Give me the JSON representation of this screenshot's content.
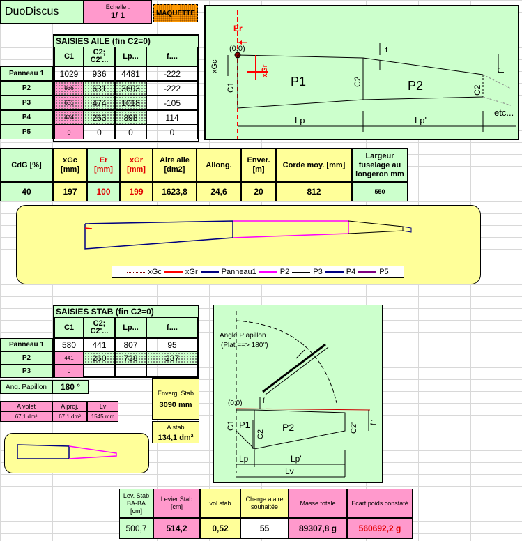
{
  "title": "DuoDiscus",
  "echelle": {
    "label": "Echelle :",
    "value": "1/ 1"
  },
  "maquette_button": "MAQUETTE",
  "wing_table": {
    "title": "SAISIES  AILE (fin C2=0)",
    "headers": [
      "C1",
      "C2; C2'...",
      "Lp...",
      "f...."
    ],
    "rows": [
      {
        "label": "Panneau 1",
        "c1": "1029",
        "c2": "936",
        "lp": "4481",
        "f": "-222"
      },
      {
        "label": "P2",
        "c1": "936",
        "c2": "631",
        "lp": "3603",
        "f": "-222"
      },
      {
        "label": "P3",
        "c1": "631",
        "c2": "474",
        "lp": "1018",
        "f": "-105"
      },
      {
        "label": "P4",
        "c1": "474",
        "c2": "263",
        "lp": "898",
        "f": "114"
      },
      {
        "label": "P5",
        "c1": "0",
        "c2": "0",
        "lp": "0",
        "f": "0"
      }
    ]
  },
  "wing_diagram": {
    "er": "Er",
    "origin": "(0;0)",
    "xgc": "xGc",
    "xgr": "xGr",
    "c1": "C1",
    "c2": "C2",
    "c2p": "C2'",
    "p1": "P1",
    "p2": "P2",
    "f": "f",
    "fp": "f '",
    "etc": "etc...",
    "lp": "Lp",
    "lpp": "Lp'"
  },
  "summary": {
    "headers": [
      "CdG [%]",
      "xGc [mm]",
      "Er [mm]",
      "xGr [mm]",
      "Aire aile [dm2]",
      "Allong.",
      "Enver. [m]",
      "Corde moy. [mm]",
      "Largeur fuselage au longeron mm"
    ],
    "values": [
      "40",
      "197",
      "100",
      "199",
      "1623,8",
      "24,6",
      "20",
      "812",
      "550"
    ]
  },
  "legend": [
    "xGc",
    "xGr",
    "Panneau1",
    "P2",
    "P3",
    "P4",
    "P5"
  ],
  "colors": {
    "green": "#ccffcc",
    "yellow": "#ffff99",
    "pink": "#ff99cc",
    "orange": "#ff9900",
    "panneau1": "#000080",
    "p2": "#ff00ff",
    "red": "#ff0000"
  },
  "stab_table": {
    "title": "SAISIES STAB (fin C2=0)",
    "headers": [
      "C1",
      "C2; C2'...",
      "Lp...",
      "f...."
    ],
    "rows": [
      {
        "label": "Panneau 1",
        "c1": "580",
        "c2": "441",
        "lp": "807",
        "f": "95"
      },
      {
        "label": "P2",
        "c1": "441",
        "c2": "260",
        "lp": "738",
        "f": "237"
      },
      {
        "label": "P3",
        "c1": "0",
        "c2": "",
        "lp": "",
        "f": ""
      }
    ]
  },
  "papillon": {
    "label": "Ang. Papillon",
    "value": "180 °"
  },
  "stab_small": {
    "headers": [
      "A volet",
      "A proj.",
      "Lv"
    ],
    "values": [
      "67,1 dm²",
      "67,1 dm²",
      "1545 mm"
    ]
  },
  "enverg_stab": {
    "label": "Enverg. Stab",
    "value": "3090 mm"
  },
  "a_stab": {
    "label": "A stab",
    "value": "134,1 dm²"
  },
  "stab_diagram": {
    "angle1": "Angle P apillon",
    "angle2": "(Plat ==> 180°)",
    "origin": "(0;0)",
    "p1": "P1",
    "p2": "P2",
    "c1": "C1",
    "c2": "C2",
    "c2p": "C2'",
    "f": "f",
    "fp": "f '",
    "lp": "Lp",
    "lpp": "Lp'",
    "lv": "Lv"
  },
  "bottom": {
    "headers": [
      "Lev. Stab BA-BA [cm]",
      "Levier Stab [cm]",
      "vol.stab",
      "Charge alaire souhaitée",
      "Masse totale",
      "Ecart poids constaté"
    ],
    "values": [
      "500,7",
      "514,2",
      "0,52",
      "55",
      "89307,8 g",
      "560692,2 g"
    ]
  }
}
